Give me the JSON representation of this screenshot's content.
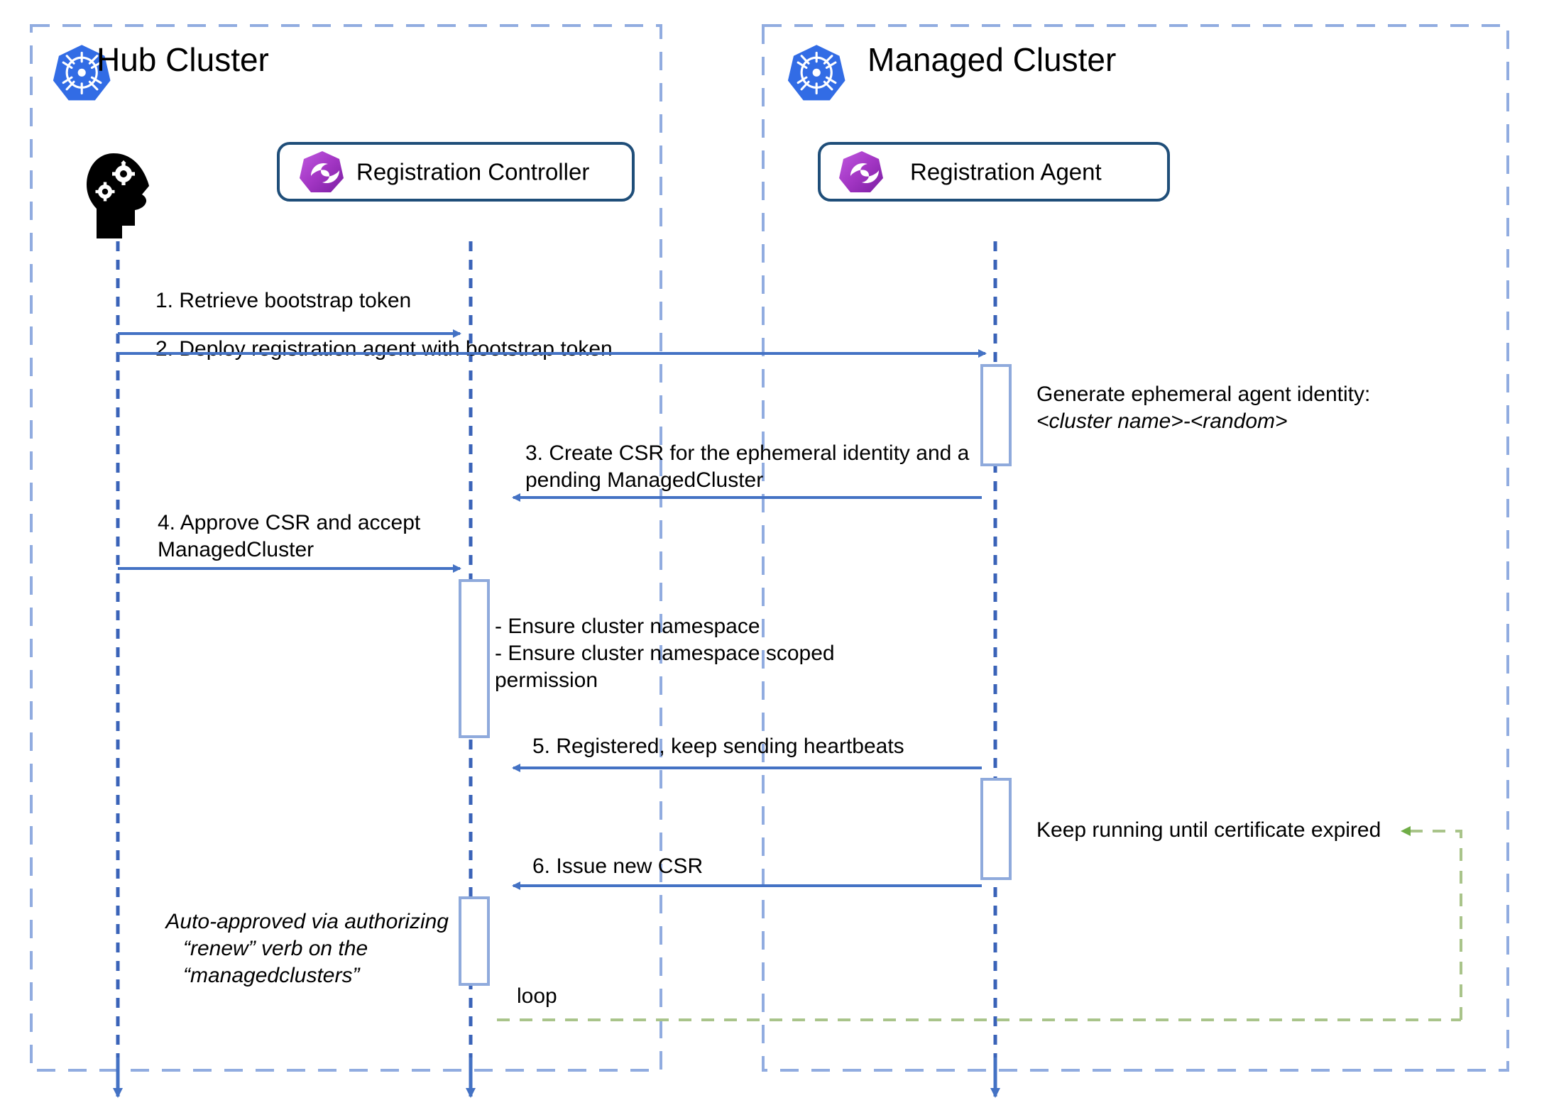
{
  "diagram": {
    "type": "sequence-diagram",
    "colors": {
      "container_border": "#91ace0",
      "lifeline": "#7d9cd6",
      "message_arrow": "#4472c4",
      "participant_box_border": "#1f4e79",
      "activation_border": "#8faadc",
      "loop_line": "#a9c48a",
      "loop_arrow": "#70ad47",
      "k8s_blue": "#326ce5",
      "ocm_purple": "#a336c4",
      "text": "#000000"
    },
    "containers": [
      {
        "id": "hub",
        "title": "Hub Cluster",
        "icon": "kubernetes-icon"
      },
      {
        "id": "managed",
        "title": "Managed Cluster",
        "icon": "kubernetes-icon"
      }
    ],
    "participants": [
      {
        "id": "user",
        "label": "",
        "icon": "user-head-gears-icon",
        "container": "hub"
      },
      {
        "id": "registration-controller",
        "label": "Registration Controller",
        "icon": "ocm-icon",
        "container": "hub"
      },
      {
        "id": "registration-agent",
        "label": "Registration Agent",
        "icon": "ocm-icon",
        "container": "managed"
      }
    ],
    "messages": [
      {
        "n": "1",
        "label": "1. Retrieve bootstrap token",
        "from": "user",
        "to": "registration-controller",
        "direction": "right"
      },
      {
        "n": "2",
        "label": "2. Deploy registration agent with bootstrap token",
        "from": "user",
        "to": "registration-agent",
        "direction": "right"
      },
      {
        "n": "3",
        "label_line1": "3. Create CSR for the ephemeral identity and a",
        "label_line2": "pending ManagedCluster",
        "from": "registration-agent",
        "to": "registration-controller",
        "direction": "left"
      },
      {
        "n": "4",
        "label_line1": "4. Approve CSR and accept",
        "label_line2": "ManagedCluster",
        "from": "user",
        "to": "registration-controller",
        "direction": "right"
      },
      {
        "n": "5",
        "label": "5. Registered, keep sending heartbeats",
        "from": "registration-agent",
        "to": "registration-controller",
        "direction": "left"
      },
      {
        "n": "6",
        "label": "6. Issue new CSR",
        "from": "registration-agent",
        "to": "registration-controller",
        "direction": "left"
      }
    ],
    "notes": [
      {
        "id": "note-ephemeral-identity",
        "lines": [
          {
            "text": "Generate ephemeral agent identity:",
            "italic": false
          },
          {
            "text": "<cluster name>-<random>",
            "italic": true
          }
        ]
      },
      {
        "id": "note-ensure-namespace",
        "lines": [
          {
            "text": "- Ensure cluster namespace",
            "italic": false
          },
          {
            "text": "- Ensure cluster namespace scoped",
            "italic": false
          },
          {
            "text": "  permission",
            "italic": false
          }
        ]
      },
      {
        "id": "note-keep-running",
        "lines": [
          {
            "text": "Keep running until certificate expired",
            "italic": false
          }
        ]
      },
      {
        "id": "note-auto-approved",
        "lines": [
          {
            "text": "Auto-approved via authorizing",
            "italic": true
          },
          {
            "text": "“renew” verb on the",
            "italic": true
          },
          {
            "text": "“managedclusters”",
            "italic": true
          }
        ]
      }
    ],
    "loop": {
      "label": "loop"
    }
  }
}
